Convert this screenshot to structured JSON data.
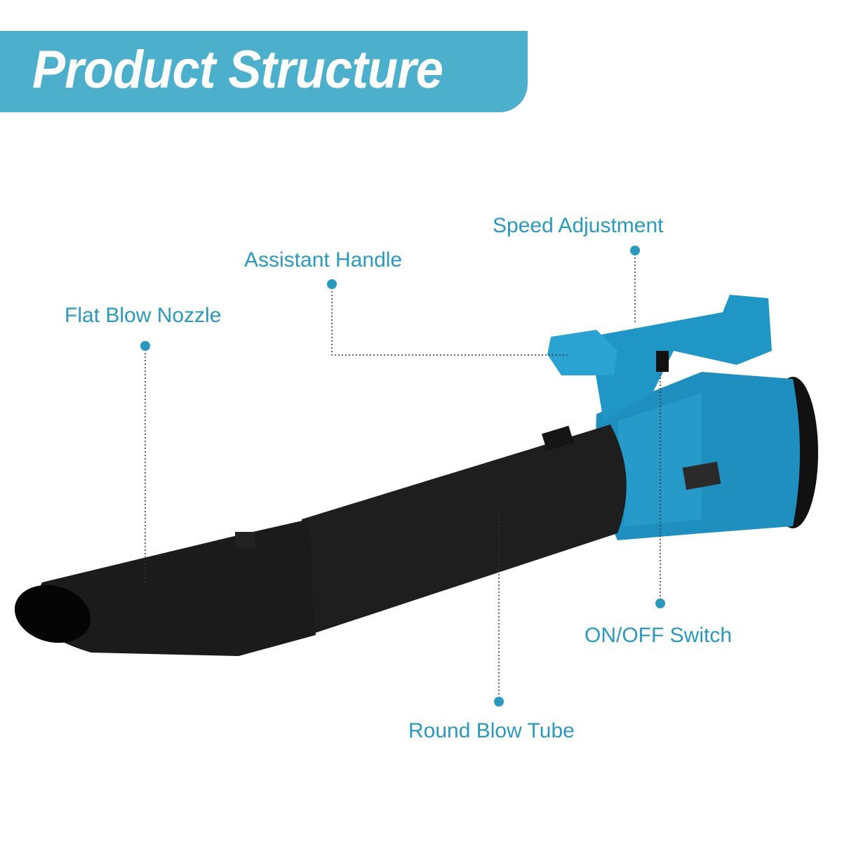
{
  "header": {
    "title": "Product Structure"
  },
  "callouts": {
    "flat_blow_nozzle": "Flat Blow Nozzle",
    "assistant_handle": "Assistant Handle",
    "speed_adjustment": "Speed Adjustment",
    "on_off_switch": "ON/OFF Switch",
    "round_blow_tube": "Round Blow Tube"
  },
  "colors": {
    "banner": "#4cb0cc",
    "label": "#2b98be",
    "body": "#1f8fc0",
    "tube": "#1c1c1c"
  }
}
